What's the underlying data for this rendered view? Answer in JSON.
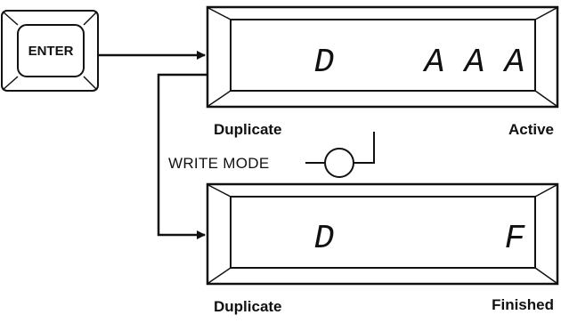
{
  "enter_key": {
    "label": "ENTER"
  },
  "display_top": {
    "left_char": "D",
    "right_chars": [
      "A",
      "A",
      "A"
    ],
    "caption_left": "Duplicate",
    "caption_right": "Active"
  },
  "write_mode": {
    "label": "WRITE MODE"
  },
  "display_bottom": {
    "left_char": "D",
    "right_chars": [
      "F"
    ],
    "caption_left": "Duplicate",
    "caption_right": "Finished"
  },
  "colors": {
    "ink": "#111111",
    "paper": "#ffffff"
  }
}
